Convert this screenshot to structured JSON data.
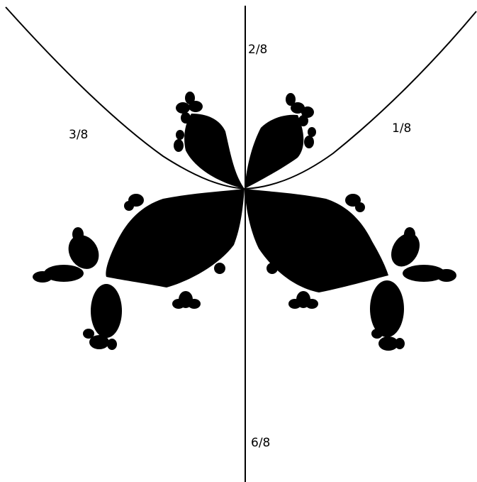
{
  "figure": {
    "labels": {
      "angle_2_8": "2/8",
      "angle_1_8": "1/8",
      "angle_3_8": "3/8",
      "angle_6_8": "6/8"
    },
    "colors": {
      "background": "#ffffff",
      "fill": "#000000",
      "stroke": "#000000"
    }
  }
}
